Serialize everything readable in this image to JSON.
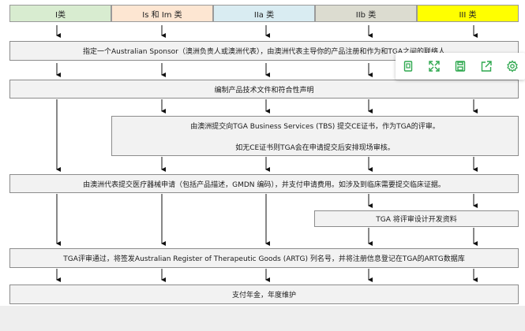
{
  "headers": [
    {
      "label": "I类",
      "color": "#d8ecd0"
    },
    {
      "label": "Is 和 Im 类",
      "color": "#fde6d2"
    },
    {
      "label": "IIa 类",
      "color": "#d9ecf2"
    },
    {
      "label": "IIb 类",
      "color": "#dcdcd0"
    },
    {
      "label": "III 类",
      "color": "#ffff00"
    }
  ],
  "steps": {
    "sponsor": "指定一个Australian Sponsor（澳洲负责人或澳洲代表），由澳洲代表主导你的产品注册和作为和TGA之间的联络人",
    "tech_docs": "编制产品技术文件和符合性声明",
    "ce_cert": "由澳洲提交向TGA Business Services (TBS) 提交CE证书，作为TGA的评审。",
    "ce_note": "如无CE证书则TGA会在申请提交后安排现场审核。",
    "application": "由澳洲代表提交医疗器械申请（包括产品描述，GMDN 编码），并支付申请费用。如涉及到临床需要提交临床证据。",
    "design_review": "TGA 将评审设计开发资料",
    "artg": "TGA评审通过，将签发Australian Register of Therapeutic Goods (ARTG) 列名号，并将注册信息登记在TGA的ARTG数据库",
    "annual": "支付年金，年度维护"
  },
  "toolbar": {
    "icons": [
      "copy-icon",
      "expand-icon",
      "save-icon",
      "share-icon",
      "settings-icon"
    ]
  }
}
